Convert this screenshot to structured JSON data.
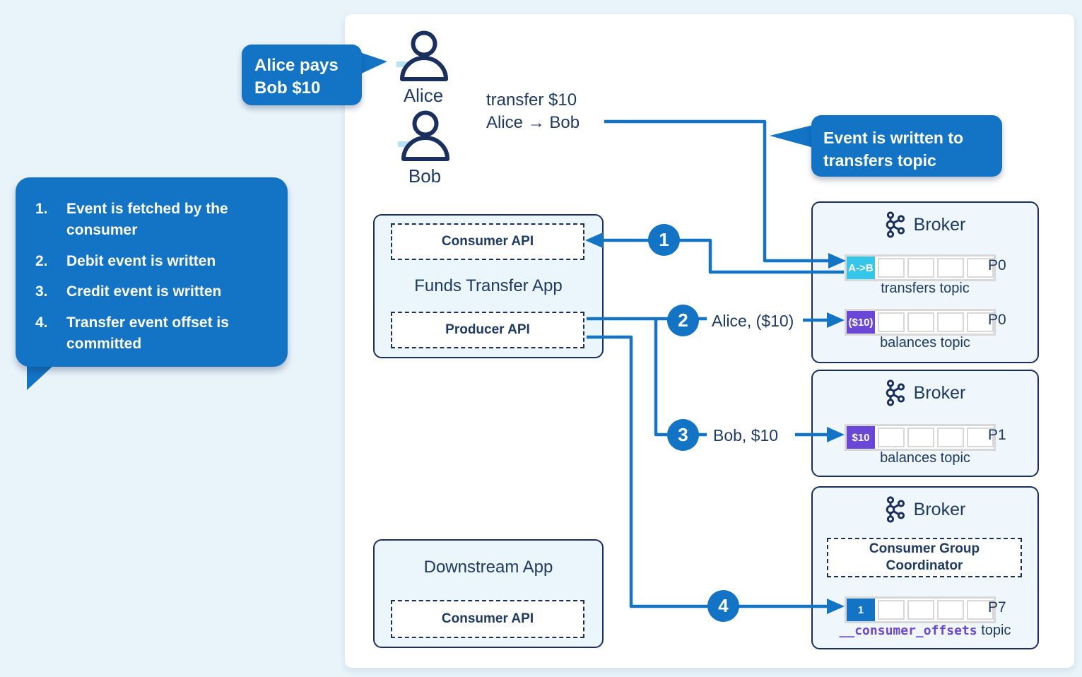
{
  "palette": {
    "blue": "#1373c5",
    "navy": "#1e3a63",
    "cyan": "#36c6e9",
    "purple": "#6b47d8",
    "cell_border": "#d8d8d8",
    "page_bg": "#e8f3fa",
    "box_bg": "#ebf5fc",
    "highlight_bar": "#b5e2f4"
  },
  "annotations": {
    "alice_pays": {
      "line1": "Alice pays",
      "line2": "Bob $10"
    },
    "event_written": {
      "line1": "Event is written to",
      "line2": "transfers topic"
    },
    "steps_note": {
      "items": [
        {
          "num": "1.",
          "text": "Event is fetched by the consumer"
        },
        {
          "num": "2.",
          "text": "Debit event is written"
        },
        {
          "num": "3.",
          "text": "Credit event is written"
        },
        {
          "num": "4.",
          "text": "Transfer event offset is committed"
        }
      ]
    }
  },
  "actors": {
    "alice": "Alice",
    "bob": "Bob"
  },
  "transfer_note": {
    "line1": "transfer $10",
    "line2": "Alice → Bob"
  },
  "apps": {
    "funds_transfer": {
      "title": "Funds Transfer App",
      "consumer_api": "Consumer API",
      "producer_api": "Producer API"
    },
    "downstream": {
      "title": "Downstream App",
      "consumer_api": "Consumer API"
    }
  },
  "flow": {
    "step1": "1",
    "step2": "2",
    "step3": "3",
    "step4": "4",
    "step2_label": "Alice, ($10)",
    "step3_label": "Bob, $10"
  },
  "brokers": {
    "b1": {
      "title": "Broker",
      "p1": {
        "cell": "A->B",
        "partition": "P0",
        "topic": "transfers topic"
      },
      "p2": {
        "cell": "($10)",
        "partition": "P0",
        "topic": "balances topic"
      }
    },
    "b2": {
      "title": "Broker",
      "p1": {
        "cell": "$10",
        "partition": "P1",
        "topic": "balances topic"
      }
    },
    "b3": {
      "title": "Broker",
      "coordinator_line1": "Consumer Group",
      "coordinator_line2": "Coordinator",
      "p1": {
        "cell": "1",
        "partition": "P7",
        "topic_mono": "__consumer_offsets",
        "topic_suffix": "topic"
      }
    }
  }
}
